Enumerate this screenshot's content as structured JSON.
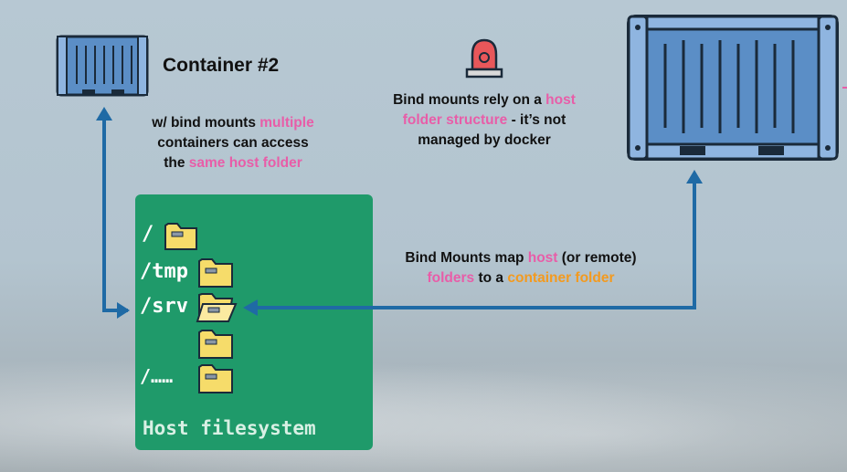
{
  "container2": {
    "title": "Container #2"
  },
  "note_multiple": {
    "line1_a": "w/ bind mounts ",
    "line1_b": "multiple",
    "line2": "containers can access",
    "line3_a": "the ",
    "line3_b": "same host folder"
  },
  "note_host_structure": {
    "line1_a": "Bind mounts rely on a ",
    "line1_b": "host",
    "line2_a": "folder structure",
    "line2_b": " - it’s not",
    "line3": "managed by docker"
  },
  "note_map": {
    "line1_a": "Bind Mounts map ",
    "line1_b": "host",
    "line1_c": " (or remote)",
    "line2_a": "folders",
    "line2_b": " to a ",
    "line2_c": "container folder"
  },
  "filesystem": {
    "title": "Host filesystem",
    "paths": [
      "/",
      "/tmp",
      "/srv",
      "/……"
    ]
  },
  "colors": {
    "panel": "#1f9a6a",
    "arrow": "#1f6aa5",
    "highlight_pink": "#e85da8",
    "highlight_orange": "#f39a1f",
    "container_fill": "#5b8ec6",
    "folder_fill": "#f6dc6a"
  }
}
